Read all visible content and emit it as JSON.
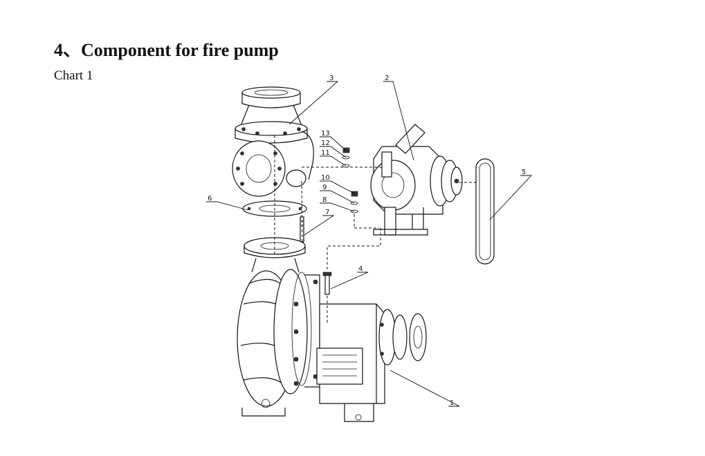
{
  "document": {
    "heading": "4、Component for fire pump",
    "subheading": "Chart 1"
  },
  "figure": {
    "subject": "exploded view of fire pump assembly",
    "callouts": [
      "1",
      "2",
      "3",
      "4",
      "5",
      "6",
      "7",
      "8",
      "9",
      "10",
      "11",
      "12",
      "13"
    ]
  }
}
